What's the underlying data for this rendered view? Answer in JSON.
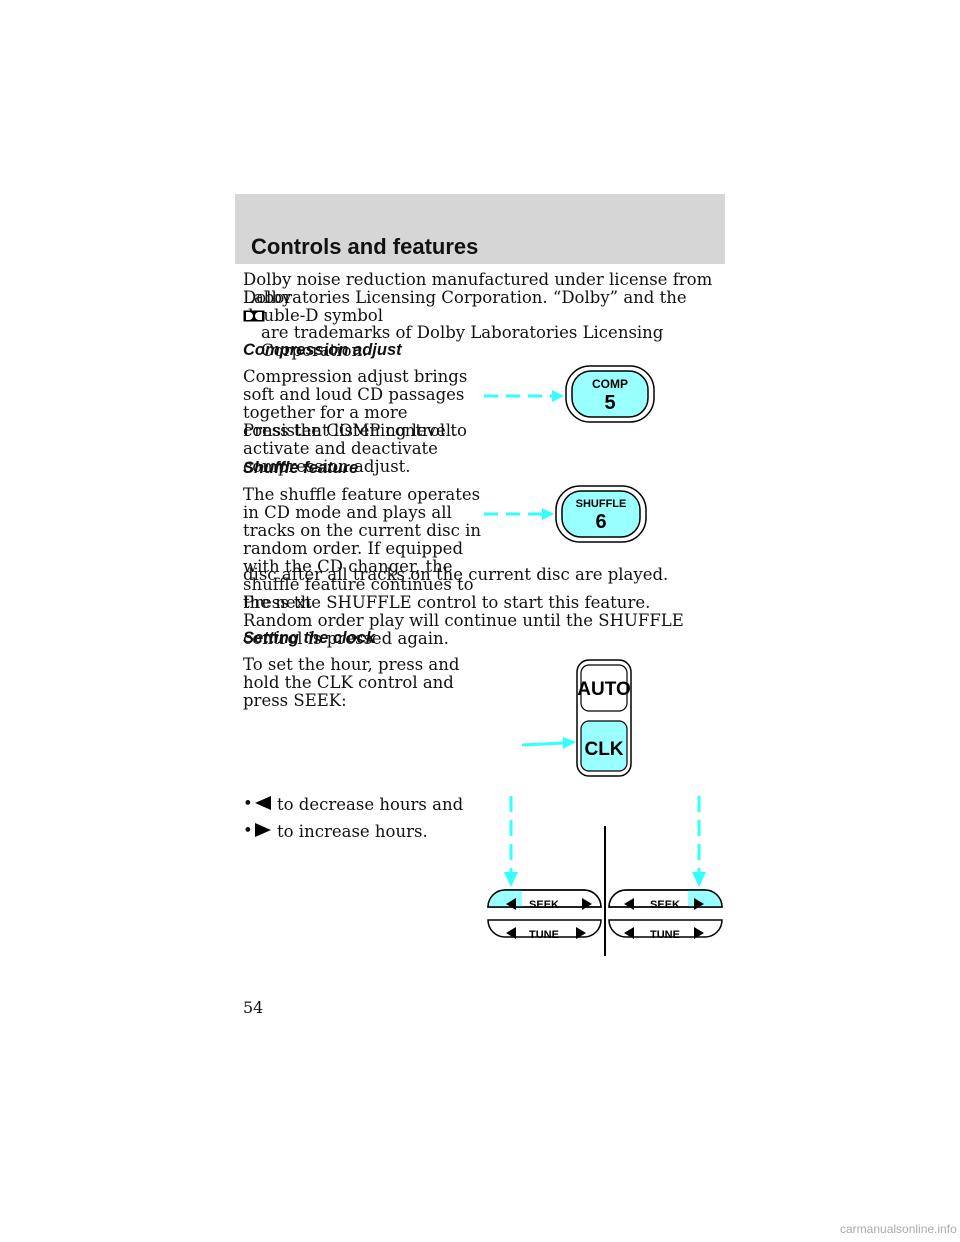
{
  "header": {
    "title": "Controls and features"
  },
  "intro": {
    "line1": "Dolby noise reduction manufactured under license from Dolby",
    "line2": "Laboratories Licensing Corporation. “Dolby” and the double-D symbol",
    "line3": "are trademarks of Dolby Laboratories Licensing Corporation."
  },
  "compression": {
    "heading": "Compression adjust",
    "p1": "Compression adjust brings soft and loud CD passages together for a more consistent listening level.",
    "p2": "Press the COMP control to activate and deactivate compression adjust.",
    "button": {
      "label": "COMP",
      "number": "5"
    }
  },
  "shuffle": {
    "heading": "Shuffle feature",
    "p1a": "The shuffle feature operates in CD mode and plays all tracks on the current disc in random order. If equipped with the CD changer, the shuffle feature continues to the next",
    "p1b": "disc after all tracks on the current disc are played.",
    "p2": "Press the SHUFFLE control to start this feature. Random order play will continue until the SHUFFLE control is pressed again.",
    "button": {
      "label": "SHUFFLE",
      "number": "6"
    }
  },
  "clock": {
    "heading": "Setting the clock",
    "p1": "To set the hour, press and hold the CLK control and press SEEK:",
    "bullet1": "to decrease hours and",
    "bullet2": "to increase hours.",
    "bullet_char": "•",
    "auto_label": "AUTO",
    "clk_label": "CLK",
    "seek_label": "SEEK",
    "tune_label": "TUNE"
  },
  "page_number": "54",
  "watermark": "carmanualsonline.info",
  "colors": {
    "highlight": "#99ffff",
    "arrow": "#33ffff",
    "header_bg": "#d6d6d6"
  }
}
